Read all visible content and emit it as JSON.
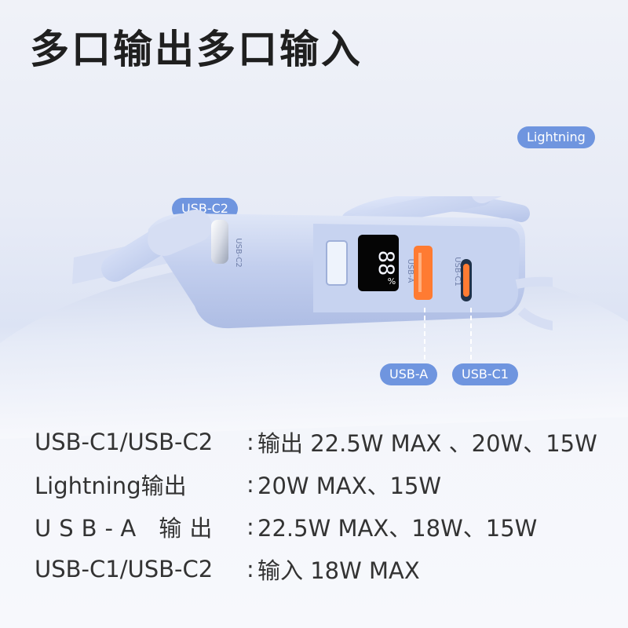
{
  "headline": "多口输出多口输入",
  "colors": {
    "accent": "#6f95df",
    "device_body": "#bfcbe8",
    "device_dark": "#a8b7e0",
    "display_bg": "#000000",
    "usb_a_port": "#ff7b32"
  },
  "device": {
    "display_text": "88",
    "display_unit": "%",
    "ports": [
      "USB-A",
      "USB-C1"
    ],
    "side_port": "USB-C2"
  },
  "callouts": {
    "lightning": "Lightning",
    "usb_c2": "USB-C2",
    "usb_a": "USB-A",
    "usb_c1": "USB-C1"
  },
  "specs": [
    {
      "label": "USB-C1/USB-C2",
      "colon": ":",
      "value": "输出 22.5W MAX 、20W、15W"
    },
    {
      "label": "Lightning输出",
      "colon": ":",
      "value": "20W MAX、15W"
    },
    {
      "label": "USB-A 输出",
      "colon": ":",
      "value": "22.5W MAX、18W、15W"
    },
    {
      "label": "USB-C1/USB-C2",
      "colon": ":",
      "value": "输入 18W MAX"
    }
  ]
}
